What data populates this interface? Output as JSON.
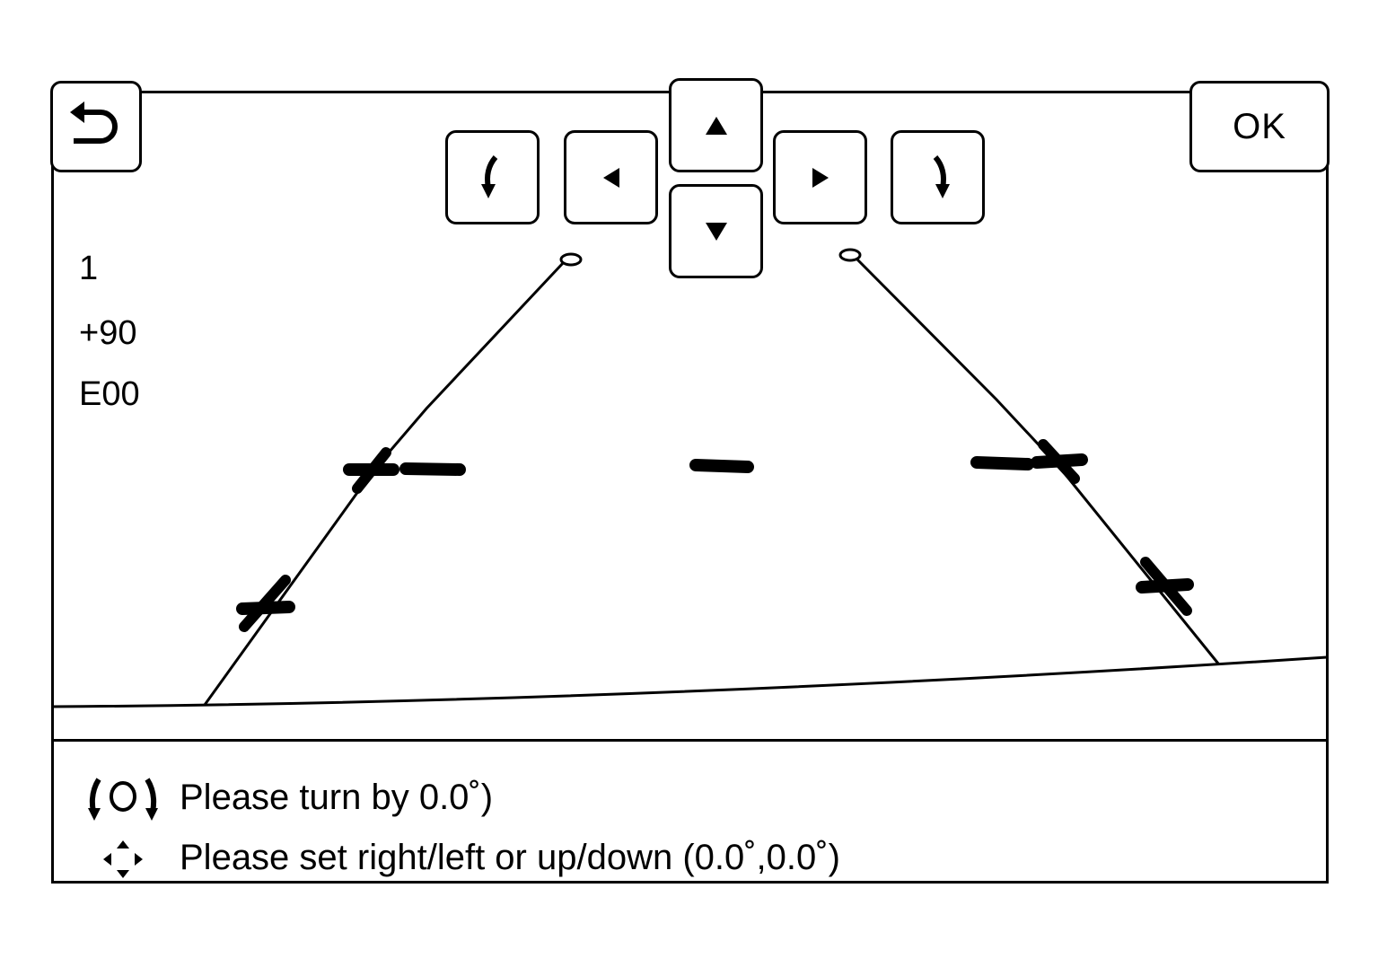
{
  "toolbar": {
    "back_icon": "back-arrow-icon",
    "ok_label": "OK",
    "rotate_left_icon": "rotate-ccw-icon",
    "left_icon": "arrow-left-icon",
    "up_icon": "arrow-up-icon",
    "down_icon": "arrow-down-icon",
    "right_icon": "arrow-right-icon",
    "rotate_right_icon": "rotate-cw-icon"
  },
  "readout": {
    "line1": "1",
    "line2": "+90",
    "line3": "E00"
  },
  "messages": {
    "turn": "Please turn by 0.0˚)",
    "set": "Please set right/left or up/down (0.0˚,0.0˚)",
    "turn_icon": "rotate-circle-icon",
    "set_icon": "four-way-arrows-icon"
  }
}
